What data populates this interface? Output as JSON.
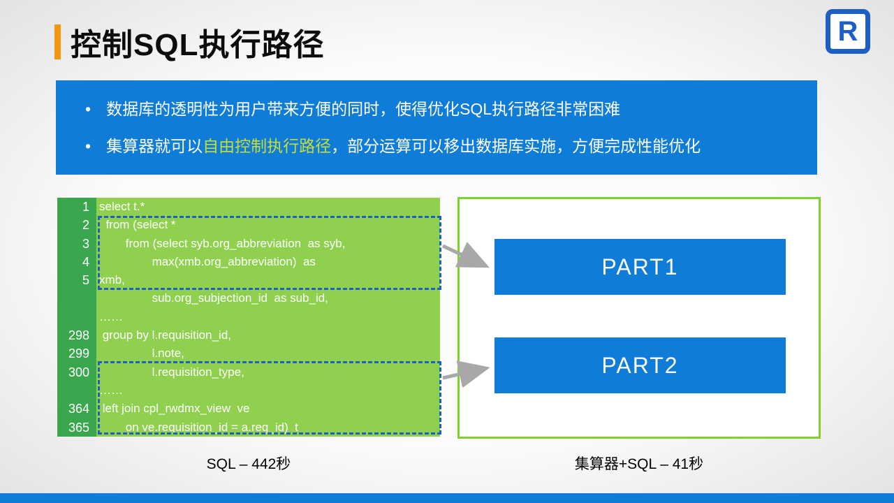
{
  "title": {
    "text": "控制SQL执行路径"
  },
  "logo": {
    "letter": "R"
  },
  "banner": {
    "bullet_symbol": "•",
    "bullets": [
      {
        "pre": "数据库的透明性为用户带来方便的同时，使得优化SQL执行路径非常困难",
        "highlight": "",
        "post": ""
      },
      {
        "pre": "集算器就可以",
        "highlight": "自由控制执行路径",
        "post": "，部分运算可以移出数据库实施，方便完成性能优化"
      }
    ]
  },
  "code": {
    "rows": [
      {
        "num": "1",
        "text": "select t.*"
      },
      {
        "num": "2",
        "text": "  from (select *"
      },
      {
        "num": "3",
        "text": "        from (select syb.org_abbreviation  as syb,"
      },
      {
        "num": "4",
        "text": "                max(xmb.org_abbreviation)  as"
      },
      {
        "num": "5",
        "text": "xmb,"
      },
      {
        "num": "",
        "text": "                sub.org_subjection_id  as sub_id,"
      },
      {
        "num": "",
        "text": "……"
      },
      {
        "num": "298",
        "text": " group by l.requisition_id,"
      },
      {
        "num": "299",
        "text": "                l.note,"
      },
      {
        "num": "300",
        "text": "                l.requisition_type,"
      },
      {
        "num": "",
        "text": "……"
      },
      {
        "num": "364",
        "text": " left join cpl_rwdmx_view  ve"
      },
      {
        "num": "365",
        "text": "        on ve.requisition_id = a.req_id)  t"
      }
    ]
  },
  "diagram": {
    "part1_label": "PART1",
    "part2_label": "PART2"
  },
  "captions": {
    "left": "SQL  –  442秒",
    "right": "集算器+SQL  –  41秒"
  },
  "colors": {
    "accent_blue": "#0f7cd8",
    "code_green": "#8fd14f",
    "line_number_green": "#3aa64d",
    "dashed_blue": "#1e5fc0",
    "panel_border_green": "#7ed12f",
    "highlight_yellow_green": "#c4dd38",
    "title_bar_orange": "#f0960f",
    "arrow_gray": "#a8a8a8"
  }
}
